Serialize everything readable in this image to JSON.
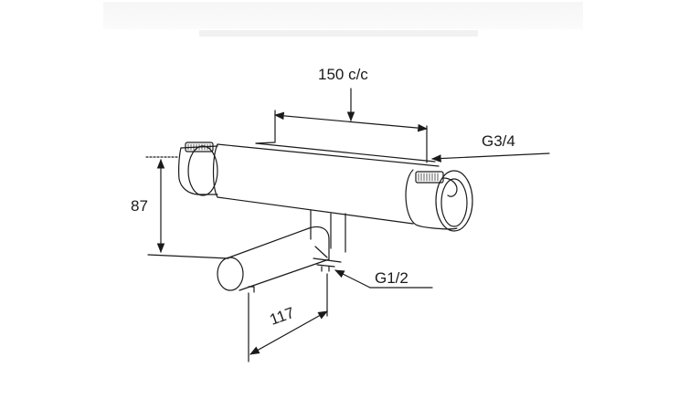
{
  "diagram": {
    "dimensions": {
      "center_to_center": "150 c/c",
      "inlet_thread": "G3/4",
      "outlet_thread": "G1/2",
      "height": "87",
      "spout_reach": "117"
    },
    "colors": {
      "line": "#1a1a1a",
      "background": "#ffffff"
    }
  }
}
